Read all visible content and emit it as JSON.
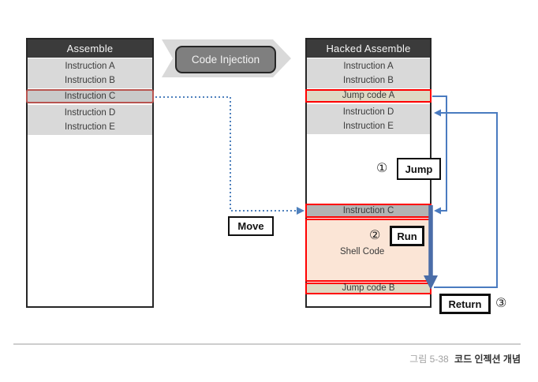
{
  "banner": {
    "label": "Code Injection"
  },
  "left_box": {
    "title": "Assemble",
    "instr_a": "Instruction A",
    "instr_b": "Instruction B",
    "instr_c": "Instruction C",
    "instr_d": "Instruction D",
    "instr_e": "Instruction E"
  },
  "right_box": {
    "title": "Hacked Assemble",
    "instr_a": "Instruction A",
    "instr_b": "Instruction B",
    "jump_code_a": "Jump code A",
    "instr_d": "Instruction D",
    "instr_e": "Instruction E",
    "instr_c": "Instruction C",
    "shell_code": "Shell Code",
    "jump_code_b": "Jump code B"
  },
  "annotations": {
    "move": "Move",
    "step1_num": "①",
    "step1_label": "Jump",
    "step2_num": "②",
    "step2_label": "Run",
    "step3_label": "Return",
    "step3_num": "③"
  },
  "caption": {
    "figure_label": "그림 5-38",
    "figure_title": "코드 인젝션 개념"
  },
  "colors": {
    "header_bg": "#3b3b3b",
    "block_gray": "#d9d9d9",
    "instr_c_left_gray": "#c9c9c9",
    "instr_c_right_gray": "#b3b3b3",
    "jump_code_beige": "#ded9c3",
    "shell_peach": "#fbe5d6",
    "red_border": "#ff0000",
    "muted_red_border": "#b85450",
    "arrow_blue": "#4a7bc0",
    "banner_fill": "#7f7f7f"
  }
}
